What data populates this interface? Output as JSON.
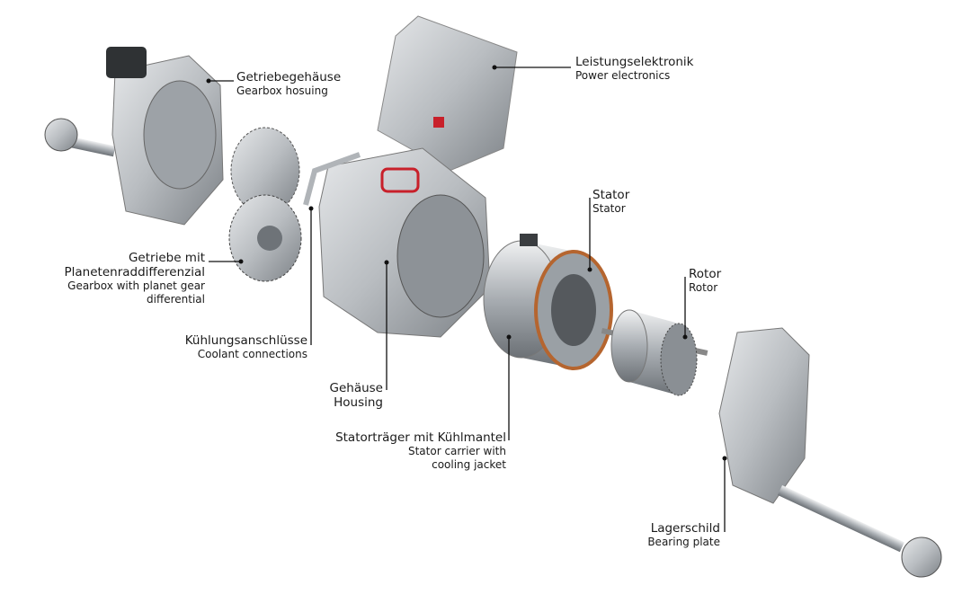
{
  "labels": {
    "gearbox_housing": {
      "de": "Getriebegehäuse",
      "en": "Gearbox hosuing"
    },
    "power_electronics": {
      "de": "Leistungselektronik",
      "en": "Power electronics"
    },
    "stator": {
      "de": "Stator",
      "en": "Stator"
    },
    "rotor": {
      "de": "Rotor",
      "en": "Rotor"
    },
    "gearbox": {
      "de1": "Getriebe mit",
      "de2": "Planetenraddifferenzial",
      "en1": "Gearbox with planet gear",
      "en2": "differential"
    },
    "coolant": {
      "de": "Kühlungsanschlüsse",
      "en": "Coolant connections"
    },
    "housing": {
      "de": "Gehäuse",
      "en": "Housing"
    },
    "stator_carrier": {
      "de": "Statorträger mit Kühlmantel",
      "en1": "Stator carrier with",
      "en2": "cooling jacket"
    },
    "bearing_plate": {
      "de": "Lagerschild",
      "en": "Bearing plate"
    }
  },
  "colors": {
    "metal": "#b8bcc0",
    "dark": "#3a3d40",
    "copper": "#b5652f",
    "red": "#c8202a"
  }
}
